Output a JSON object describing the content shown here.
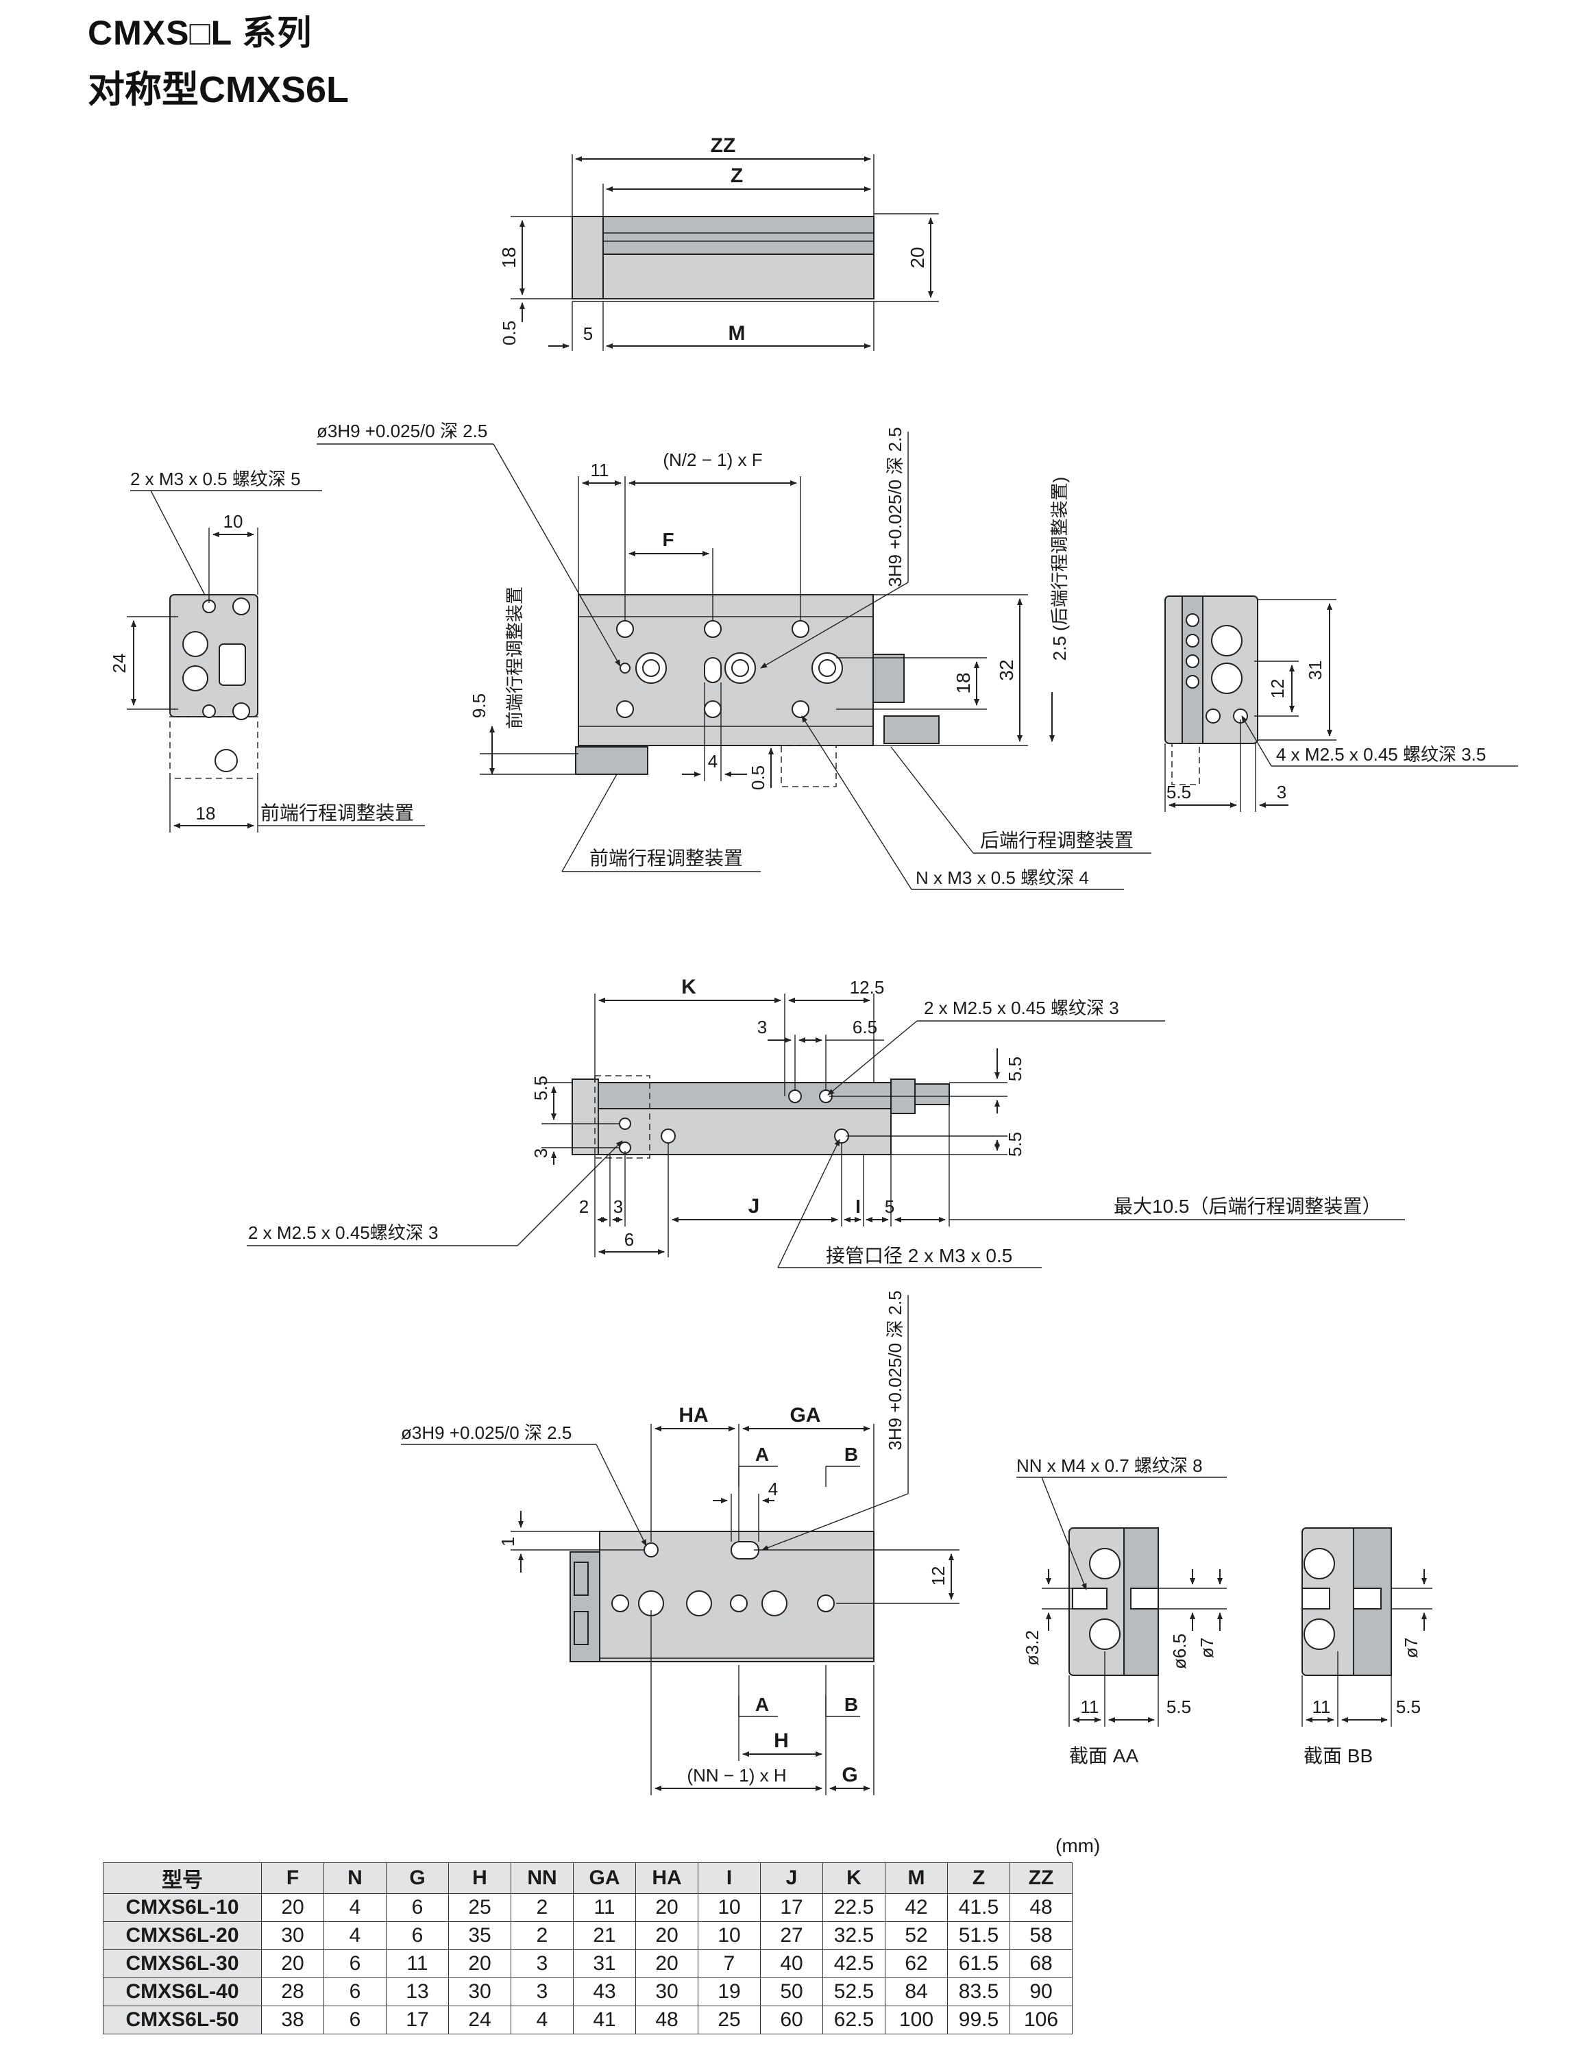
{
  "header": {
    "series_title": "CMXS□L 系列",
    "model_title": "对称型CMXS6L"
  },
  "top_view": {
    "dims": [
      "ZZ",
      "Z",
      "18",
      "20",
      "0.5",
      "5",
      "M"
    ]
  },
  "front_view": {
    "callouts": {
      "pin_hole": "ø3H9 +0.025/0 深 2.5",
      "thread_2x": "2 x M3 x 0.5 螺纹深 5",
      "n_thread": "N x M3 x 0.5 螺纹深 4",
      "thread_4x": "4 x M2.5 x 0.45  螺纹深 3.5",
      "rear_adjuster": "后端行程调整装置",
      "front_adjuster": "前端行程调整装置",
      "front_adjuster_vertical": "前端行程调整装置",
      "rear_adjuster_vertical": "2.5 (后端行程调整装置)",
      "formula": "(N/2 − 1) x F",
      "hole_vertical": "3H9 +0.025/0 深 2.5"
    },
    "dims": [
      "11",
      "F",
      "18",
      "32",
      "9.5",
      "4",
      "0.5",
      "10",
      "24",
      "18",
      "31",
      "12",
      "5.5",
      "3"
    ]
  },
  "side_view": {
    "callouts": {
      "thread_top": "2 x M2.5 x 0.45 螺纹深  3",
      "thread_left": "2 x M2.5 x 0.45螺纹深 3",
      "port": "接管口径 2 x M3 x 0.5",
      "max_stroke": "最大10.5（后端行程调整装置）"
    },
    "dims": [
      "K",
      "12.5",
      "3",
      "6.5",
      "5.5",
      "3",
      "5.5",
      "2",
      "3",
      "J",
      "I",
      "5",
      "6",
      "5.5"
    ]
  },
  "bottom_view": {
    "callouts": {
      "pin_hole": "ø3H9 +0.025/0 深 2.5",
      "nn_thread": "NN x M4 x 0.7 螺纹深 8",
      "hole_vertical": "3H9 +0.025/0 深 2.5",
      "formula": "(NN − 1) x H"
    },
    "dims": [
      "HA",
      "GA",
      "A",
      "B",
      "4",
      "1",
      "12",
      "A",
      "B",
      "H",
      "G"
    ]
  },
  "sections": [
    {
      "label": "截面 AA",
      "dims": [
        "ø3.2",
        "ø6.5",
        "ø7",
        "11",
        "5.5"
      ]
    },
    {
      "label": "截面 BB",
      "dims": [
        "ø7",
        "11",
        "5.5"
      ]
    }
  ],
  "table": {
    "unit": "(mm)",
    "headers": [
      "型号",
      "F",
      "N",
      "G",
      "H",
      "NN",
      "GA",
      "HA",
      "I",
      "J",
      "K",
      "M",
      "Z",
      "ZZ"
    ],
    "rows": [
      [
        "CMXS6L-10",
        "20",
        "4",
        "6",
        "25",
        "2",
        "11",
        "20",
        "10",
        "17",
        "22.5",
        "42",
        "41.5",
        "48"
      ],
      [
        "CMXS6L-20",
        "30",
        "4",
        "6",
        "35",
        "2",
        "21",
        "20",
        "10",
        "27",
        "32.5",
        "52",
        "51.5",
        "58"
      ],
      [
        "CMXS6L-30",
        "20",
        "6",
        "11",
        "20",
        "3",
        "31",
        "20",
        "7",
        "40",
        "42.5",
        "62",
        "61.5",
        "68"
      ],
      [
        "CMXS6L-40",
        "28",
        "6",
        "13",
        "30",
        "3",
        "43",
        "30",
        "19",
        "50",
        "52.5",
        "84",
        "83.5",
        "90"
      ],
      [
        "CMXS6L-50",
        "38",
        "6",
        "17",
        "24",
        "4",
        "41",
        "48",
        "25",
        "60",
        "62.5",
        "100",
        "99.5",
        "106"
      ]
    ]
  }
}
